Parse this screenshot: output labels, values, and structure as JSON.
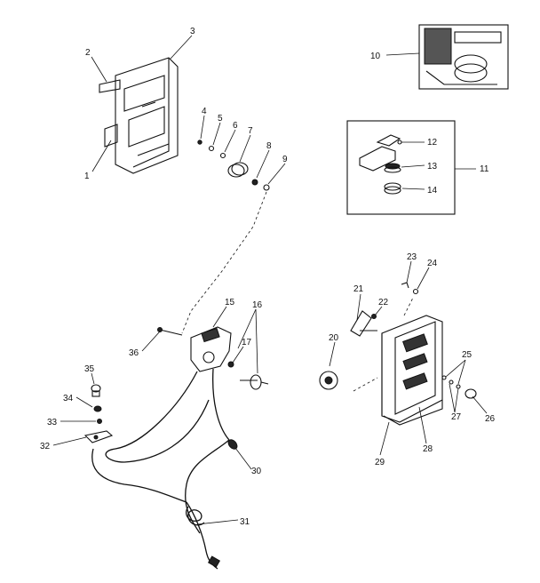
{
  "diagram": {
    "part_numbers": [
      "1",
      "2",
      "3",
      "4",
      "5",
      "6",
      "7",
      "8",
      "9",
      "10",
      "11",
      "12",
      "13",
      "14",
      "15",
      "16",
      "17",
      "20",
      "21",
      "22",
      "23",
      "24",
      "25",
      "26",
      "27",
      "28",
      "29",
      "30",
      "31",
      "32",
      "33",
      "34",
      "35",
      "36"
    ]
  }
}
